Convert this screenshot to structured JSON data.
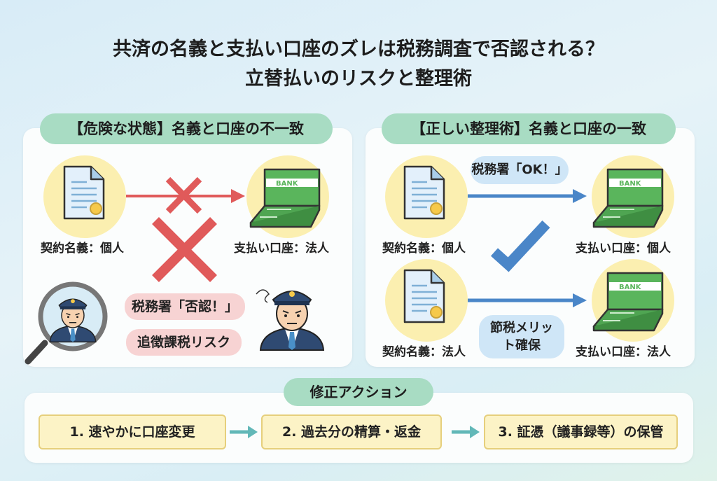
{
  "title": {
    "line1": "共済の名義と支払い口座のズレは税務調査で否認される？",
    "line2": "立替払いのリスクと整理術"
  },
  "danger": {
    "header": "【危険な状態】名義と口座の不一致",
    "contract_label": "契約名義：個人",
    "account_label": "支払い口座：法人",
    "bank_text": "BANK",
    "bubble_denial": "税務署「否認！」",
    "bubble_risk": "追徴課税リスク",
    "accent": "#e05a5a"
  },
  "correct": {
    "header": "【正しい整理術】名義と口座の一致",
    "bubble_ok": "税務署「OK！」",
    "row1": {
      "contract_label": "契約名義：個人",
      "account_label": "支払い口座：個人"
    },
    "row2": {
      "contract_label": "契約名義：法人",
      "account_label": "支払い口座：法人"
    },
    "bubble_merit": "節税メリット確保",
    "bank_text": "BANK",
    "accent": "#4a86c8"
  },
  "actions": {
    "header": "修正アクション",
    "steps": [
      "1. 速やかに口座変更",
      "2. 過去分の精算・返金",
      "3. 証憑（議事録等）の保管"
    ]
  }
}
